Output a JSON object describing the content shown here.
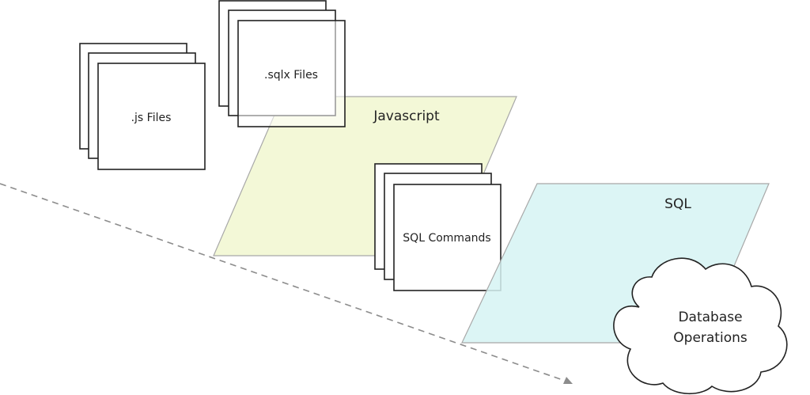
{
  "diagram": {
    "js_files": {
      "label": ".js Files"
    },
    "sqlx_files": {
      "label": ".sqlx Files"
    },
    "javascript_layer": {
      "label": "Javascript",
      "fill": "#f3f8d7",
      "stroke": "#a8a8a8"
    },
    "sql_commands": {
      "label": "SQL Commands"
    },
    "sql_layer": {
      "label": "SQL",
      "fill": "#d6f3f3",
      "stroke": "#a8a8a8"
    },
    "database_operations": {
      "line1": "Database",
      "line2": "Operations"
    },
    "colors": {
      "stroke": "#222222",
      "dashed_arrow": "#8c8c8c",
      "background": "#ffffff"
    }
  }
}
